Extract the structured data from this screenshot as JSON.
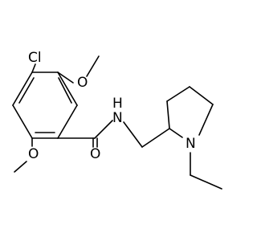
{
  "molecule": {
    "atom_labels": {
      "chlorine": "Cl",
      "methoxy_top_oxygen": "O",
      "methoxy_bottom_oxygen": "O",
      "carbonyl_oxygen": "O",
      "amide_nitrogen": "N",
      "amide_hydrogen": "H",
      "pyrrolidine_nitrogen": "N"
    },
    "colors": {
      "bond": "#000000",
      "label": "#000000",
      "background": "#ffffff"
    }
  }
}
